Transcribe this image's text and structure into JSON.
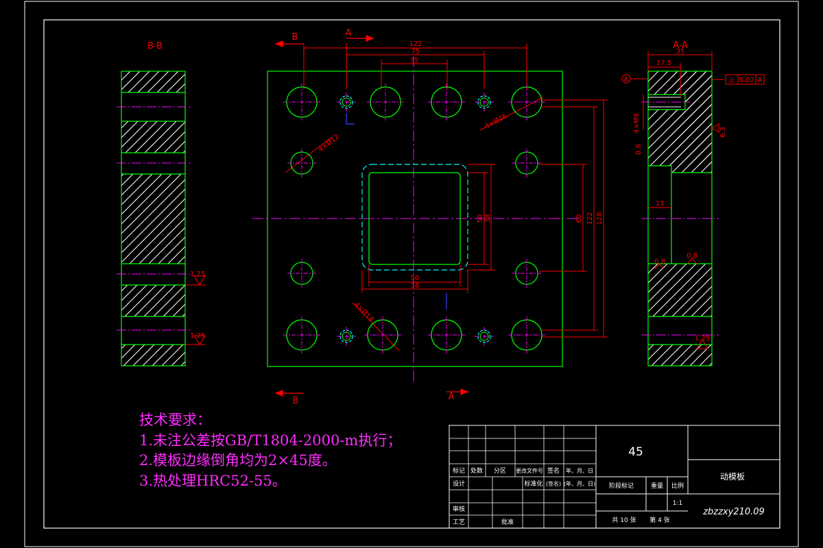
{
  "colors": {
    "frame": "#ffffff",
    "part": "#00ff00",
    "center": "#ff00ff",
    "dim": "#ff0000",
    "cyan": "#00ffff",
    "blue": "#4040ff",
    "notes": "#ff2cff",
    "background": "#000000"
  },
  "views": {
    "section_bb": "B-B",
    "section_aa": "A-A",
    "cut_b": "B",
    "cut_a": "A"
  },
  "dims": {
    "w122": "122",
    "w75": "75",
    "w35": "35",
    "holes16": "4×Ø16",
    "holes12": "4×Ø12",
    "holes14": "4×Ø14",
    "h50": "50",
    "h38": "38",
    "h60": "60",
    "h122": "122",
    "h128": "128",
    "b50": "50",
    "b38": "38",
    "aa35": "35",
    "aa175": "17.5",
    "aa13": "13",
    "thread": "4×M8",
    "rough125": "1.25",
    "rough08": "0.8",
    "rough63": "6.3",
    "datum": "A",
    "tol_sym": "//",
    "tol_val": "0.02",
    "tol_ref": "A"
  },
  "notes": {
    "title": "技术要求：",
    "line1": "1.未注公差按GB/T1804-2000-m执行；",
    "line2": "2.模板边缘倒角均为2×45度。",
    "line3": "3.热处理HRC52-55。"
  },
  "title_block": {
    "material": "45",
    "part_name": "动模板",
    "drawing_no": "zbzzxy210.09",
    "row_mark": [
      "标记",
      "处数",
      "分区",
      "更改文件号",
      "签名",
      "年、月、日"
    ],
    "design": "设计",
    "standardize": "标准化",
    "sign_date": "(签名)",
    "date_fmt": "(年、月、日)",
    "stage": "阶段标记",
    "weight": "重量",
    "scale_label": "比例",
    "scale": "1:1",
    "review": "审核",
    "process": "工艺",
    "approve": "批准",
    "sheets_total": "共 10 张",
    "sheet_no": "第 4 张"
  }
}
